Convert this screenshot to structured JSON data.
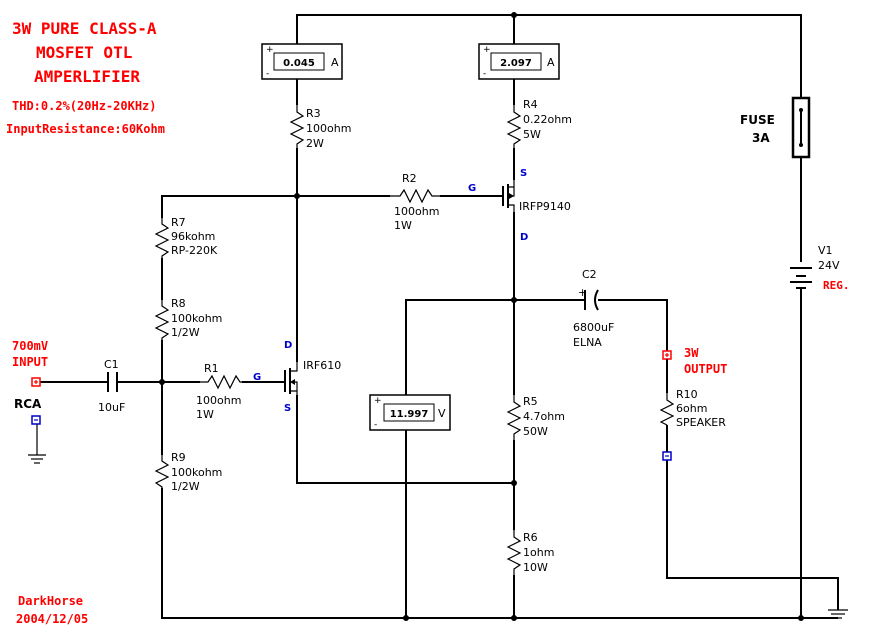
{
  "title": {
    "line1": "3W PURE CLASS-A",
    "line2": "MOSFET OTL",
    "line3": "AMPERLIFIER",
    "thd": "THD:0.2%(20Hz-20KHz)",
    "input_resistance": "InputResistance:60Kohm"
  },
  "author": {
    "name": "DarkHorse",
    "date": "2004/12/05"
  },
  "input": {
    "level": "700mV",
    "label": "INPUT",
    "connector": "RCA"
  },
  "output": {
    "power": "3W",
    "label": "OUTPUT"
  },
  "meters": [
    {
      "id": "ammeter-1",
      "value": "0.045",
      "unit": "A"
    },
    {
      "id": "ammeter-2",
      "value": "2.097",
      "unit": "A"
    },
    {
      "id": "voltmeter",
      "value": "11.997",
      "unit": "V"
    }
  ],
  "components": {
    "R1": {
      "name": "R1",
      "value": "100ohm",
      "rating": "1W"
    },
    "R2": {
      "name": "R2",
      "value": "100ohm",
      "rating": "1W"
    },
    "R3": {
      "name": "R3",
      "value": "100ohm",
      "rating": "2W"
    },
    "R4": {
      "name": "R4",
      "value": "0.22ohm",
      "rating": "5W"
    },
    "R5": {
      "name": "R5",
      "value": "4.7ohm",
      "rating": "50W"
    },
    "R6": {
      "name": "R6",
      "value": "1ohm",
      "rating": "10W"
    },
    "R7": {
      "name": "R7",
      "value": "96kohm",
      "rating": "RP-220K"
    },
    "R8": {
      "name": "R8",
      "value": "100kohm",
      "rating": "1/2W"
    },
    "R9": {
      "name": "R9",
      "value": "100kohm",
      "rating": "1/2W"
    },
    "R10": {
      "name": "R10",
      "value": "6ohm",
      "rating": "SPEAKER"
    },
    "C1": {
      "name": "C1",
      "value": "10uF"
    },
    "C2": {
      "name": "C2",
      "value": "6800uF",
      "rating": "ELNA"
    },
    "Q1": {
      "name": "IRF610",
      "g": "G",
      "d": "D",
      "s": "S"
    },
    "Q2": {
      "name": "IRFP9140",
      "g": "G",
      "d": "D",
      "s": "S"
    },
    "V1": {
      "name": "V1",
      "value": "24V",
      "note": "REG."
    },
    "FUSE": {
      "name": "FUSE",
      "value": "3A"
    }
  }
}
